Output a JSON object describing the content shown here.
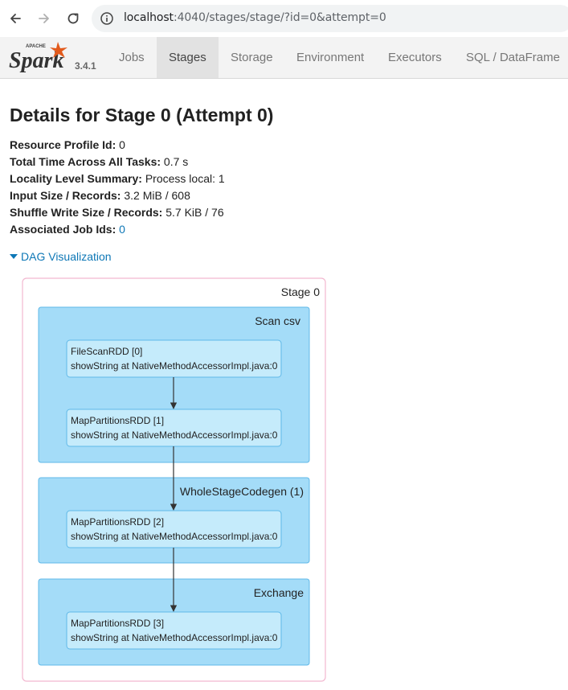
{
  "browser": {
    "url_host": "localhost",
    "url_rest": ":4040/stages/stage/?id=0&attempt=0"
  },
  "navbar": {
    "logo_small": "APACHE",
    "logo_text": "Spark",
    "version": "3.4.1",
    "tabs": [
      {
        "label": "Jobs",
        "active": false
      },
      {
        "label": "Stages",
        "active": true
      },
      {
        "label": "Storage",
        "active": false
      },
      {
        "label": "Environment",
        "active": false
      },
      {
        "label": "Executors",
        "active": false
      },
      {
        "label": "SQL / DataFrame",
        "active": false
      }
    ]
  },
  "page": {
    "title": "Details for Stage 0 (Attempt 0)",
    "summary": {
      "resource_profile_label": "Resource Profile Id:",
      "resource_profile_value": "0",
      "total_time_label": "Total Time Across All Tasks:",
      "total_time_value": "0.7 s",
      "locality_label": "Locality Level Summary:",
      "locality_value": "Process local: 1",
      "input_label": "Input Size / Records:",
      "input_value": "3.2 MiB / 608",
      "shuffle_label": "Shuffle Write Size / Records:",
      "shuffle_value": "5.7 KiB / 76",
      "job_ids_label": "Associated Job Ids:",
      "job_ids_value": "0"
    },
    "dag_toggle": "DAG Visualization"
  },
  "dag": {
    "stage_label": "Stage 0",
    "clusters": [
      {
        "label": "Scan csv",
        "nodes": [
          {
            "name": "FileScanRDD [0]",
            "callsite": "showString at NativeMethodAccessorImpl.java:0"
          },
          {
            "name": "MapPartitionsRDD [1]",
            "callsite": "showString at NativeMethodAccessorImpl.java:0"
          }
        ]
      },
      {
        "label": "WholeStageCodegen (1)",
        "nodes": [
          {
            "name": "MapPartitionsRDD [2]",
            "callsite": "showString at NativeMethodAccessorImpl.java:0"
          }
        ]
      },
      {
        "label": "Exchange",
        "nodes": [
          {
            "name": "MapPartitionsRDD [3]",
            "callsite": "showString at NativeMethodAccessorImpl.java:0"
          }
        ]
      }
    ],
    "colors": {
      "stage_border": "#f2b8d0",
      "cluster_fill": "#a4dcf8",
      "cluster_border": "#5fb8e8",
      "node_fill": "#c5ebfb",
      "node_border": "#5fb8e8",
      "edge": "#333333"
    }
  }
}
